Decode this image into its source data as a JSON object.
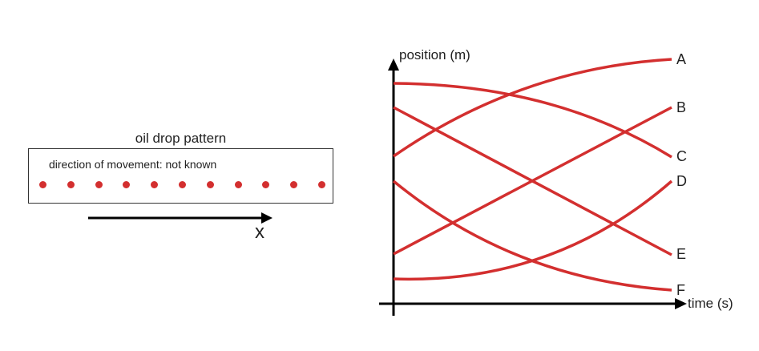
{
  "oil_drop": {
    "title": "oil drop pattern",
    "note": "direction of movement: not known",
    "dot_count": 11,
    "dot_color": "#d32f2f",
    "axis_label": "x"
  },
  "graph": {
    "y_axis_label": "position (m)",
    "x_axis_label": "time (s)",
    "curve_color": "#d32f2f",
    "curves": [
      {
        "label": "A",
        "shape": "increasing, concave down"
      },
      {
        "label": "B",
        "shape": "increasing, linear"
      },
      {
        "label": "C",
        "shape": "decreasing, concave down"
      },
      {
        "label": "D",
        "shape": "increasing, concave up"
      },
      {
        "label": "E",
        "shape": "decreasing, linear"
      },
      {
        "label": "F",
        "shape": "decreasing, concave up"
      }
    ]
  }
}
